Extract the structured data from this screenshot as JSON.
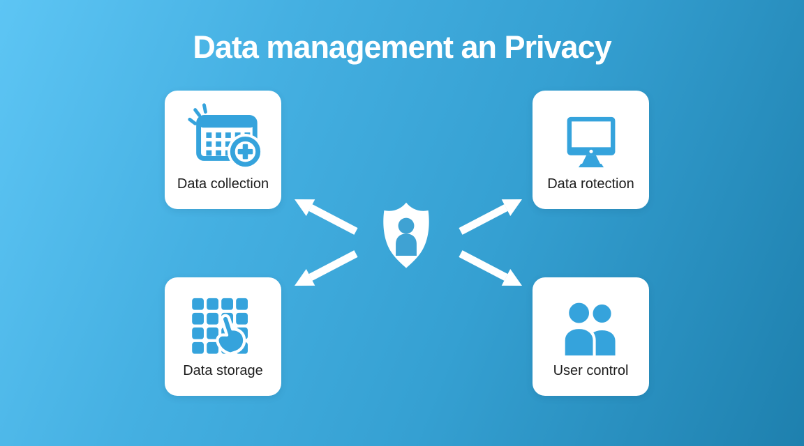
{
  "title": "Data management an Privacy",
  "colors": {
    "background_gradient_start": "#5dc5f4",
    "background_gradient_end": "#1e80ae",
    "icon_blue": "#35a3dc",
    "shield_white": "#ffffff",
    "shield_person_blue": "#3fa2d3",
    "card_background": "#ffffff",
    "card_label_color": "#1c1c1c",
    "title_color": "#ffffff",
    "arrow_color": "#ffffff"
  },
  "center": {
    "icon": "shield-user-icon"
  },
  "cards": [
    {
      "id": "data-collection",
      "label": "Data collection",
      "icon": "calendar-add-icon",
      "position": "top-left"
    },
    {
      "id": "data-protection",
      "label": "Data rotection",
      "icon": "monitor-icon",
      "position": "top-right"
    },
    {
      "id": "data-storage",
      "label": "Data storage",
      "icon": "grid-hand-icon",
      "position": "bottom-left"
    },
    {
      "id": "user-control",
      "label": "User control",
      "icon": "people-icon",
      "position": "bottom-right"
    }
  ],
  "arrows": [
    {
      "direction": "to-top-left"
    },
    {
      "direction": "to-top-right"
    },
    {
      "direction": "to-bottom-left"
    },
    {
      "direction": "to-bottom-right"
    }
  ]
}
